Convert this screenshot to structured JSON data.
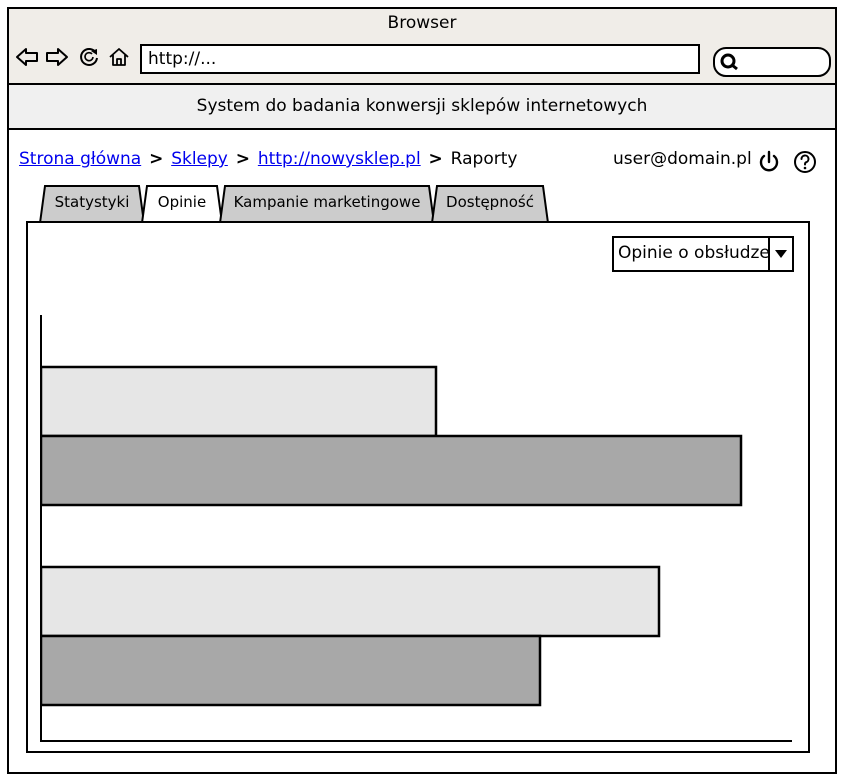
{
  "browser": {
    "title": "Browser",
    "url": "http://..."
  },
  "app": {
    "title": "System do badania konwersji sklepów internetowych"
  },
  "breadcrumb": {
    "items": [
      "Strona główna",
      "Sklepy",
      "http://nowysklep.pl"
    ],
    "current": "Raporty"
  },
  "user": {
    "email": "user@domain.pl"
  },
  "tabs": [
    {
      "label": "Statystyki",
      "active": false
    },
    {
      "label": "Opinie",
      "active": true
    },
    {
      "label": "Kampanie marketingowe",
      "active": false
    },
    {
      "label": "Dostępność",
      "active": false
    }
  ],
  "report": {
    "selected_option": "Opinie o obsłudze"
  },
  "chart_data": {
    "type": "bar",
    "orientation": "horizontal",
    "groups": 2,
    "series": [
      {
        "values": [
          0.53,
          0.83
        ],
        "color": "#e6e6e6"
      },
      {
        "values": [
          0.94,
          0.67
        ],
        "color": "#a8a8a8"
      }
    ],
    "xlim": [
      0,
      1
    ]
  },
  "colors": {
    "titlebar": "#f0ede8",
    "appbar": "#f0f0f0",
    "tab_inactive": "#cccccc",
    "link": "#0000ee"
  }
}
